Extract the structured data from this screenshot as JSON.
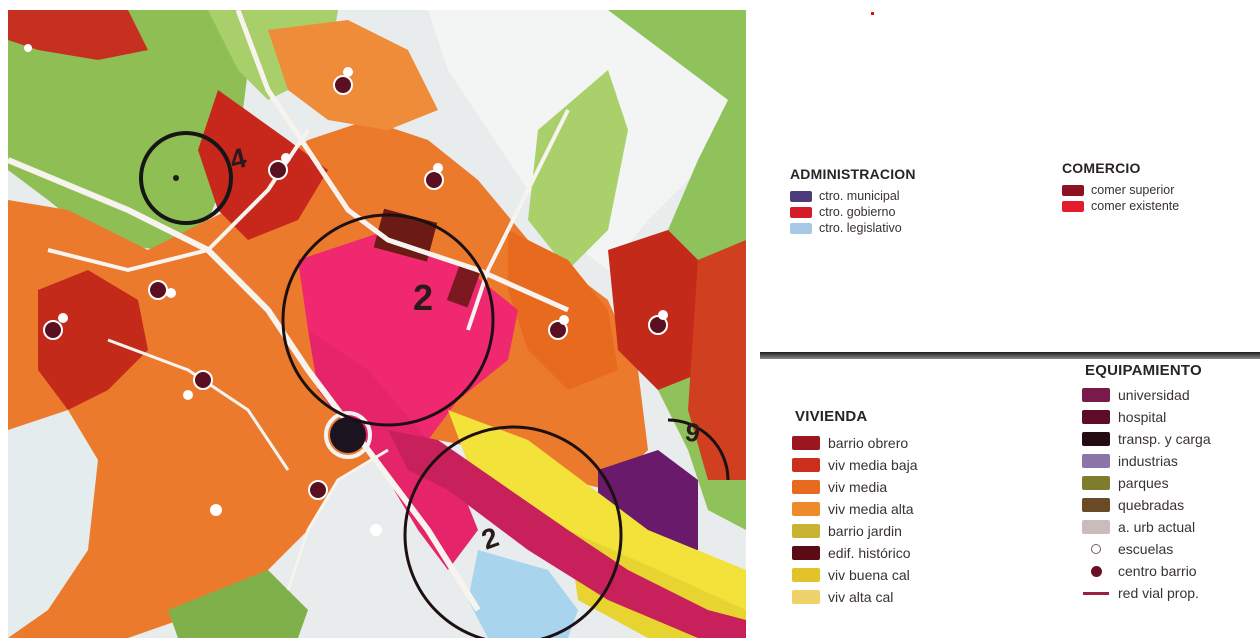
{
  "map": {
    "zone_labels": [
      "4",
      "2",
      "2",
      "9"
    ]
  },
  "legend": {
    "administracion": {
      "title": "ADMINISTRACION",
      "items": [
        {
          "label": "ctro. municipal",
          "color": "#4b3b7a"
        },
        {
          "label": "ctro. gobierno",
          "color": "#d41c27"
        },
        {
          "label": "ctro. legislativo",
          "color": "#a8c9e6"
        }
      ]
    },
    "comercio": {
      "title": "COMERCIO",
      "items": [
        {
          "label": "comer superior",
          "color": "#8e1122"
        },
        {
          "label": "comer existente",
          "color": "#e31b2c"
        }
      ]
    },
    "vivienda": {
      "title": "VIVIENDA",
      "items": [
        {
          "label": "barrio obrero",
          "color": "#9c1620"
        },
        {
          "label": "viv media baja",
          "color": "#cc2f1c"
        },
        {
          "label": "viv media",
          "color": "#e86a1e"
        },
        {
          "label": "viv media alta",
          "color": "#ee8a2a"
        },
        {
          "label": "barrio jardin",
          "color": "#c8b432"
        },
        {
          "label": "edif. histórico",
          "color": "#5a0b14"
        },
        {
          "label": "viv buena cal",
          "color": "#e4c22a"
        },
        {
          "label": "viv alta cal",
          "color": "#efd36a"
        }
      ]
    },
    "equipamiento": {
      "title": "EQUIPAMIENTO",
      "items": [
        {
          "label": "universidad",
          "color": "#7a1a4a"
        },
        {
          "label": "hospital",
          "color": "#5e0c28"
        },
        {
          "label": "transp. y carga",
          "color": "#230b10"
        },
        {
          "label": "industrias",
          "color": "#8a76a8"
        },
        {
          "label": "parques",
          "color": "#7f7d2c"
        },
        {
          "label": "quebradas",
          "color": "#6b4a28"
        },
        {
          "label": "a. urb actual",
          "color": "#c9bcbc"
        },
        {
          "label": "escuelas",
          "icon": "school-symbol"
        },
        {
          "label": "centro barrio",
          "icon": "neighborhood-center-symbol"
        },
        {
          "label": "red vial prop.",
          "icon": "proposed-road-symbol"
        }
      ]
    }
  }
}
